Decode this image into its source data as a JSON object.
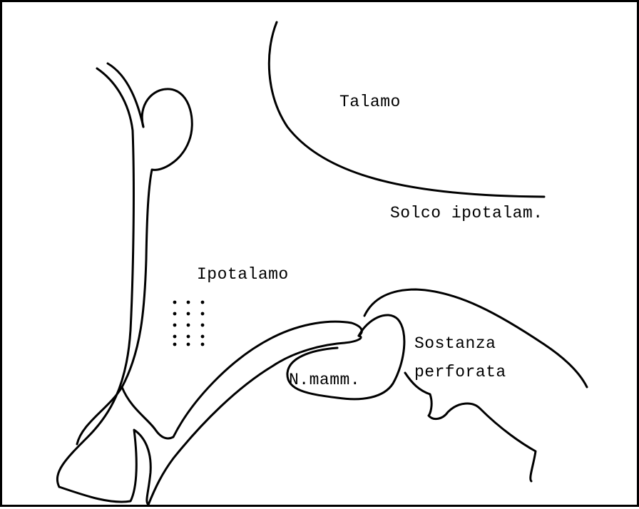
{
  "labels": {
    "talamo": "Talamo",
    "solco_ipotalamico": "Solco ipotalam.",
    "ipotalamo": "Ipotalamo",
    "sostanza_line1": "Sostanza",
    "sostanza_line2": "perforata",
    "nucleo_mammillare": "N.mamm."
  },
  "colors": {
    "ink": "#000000",
    "paper": "#ffffff"
  }
}
